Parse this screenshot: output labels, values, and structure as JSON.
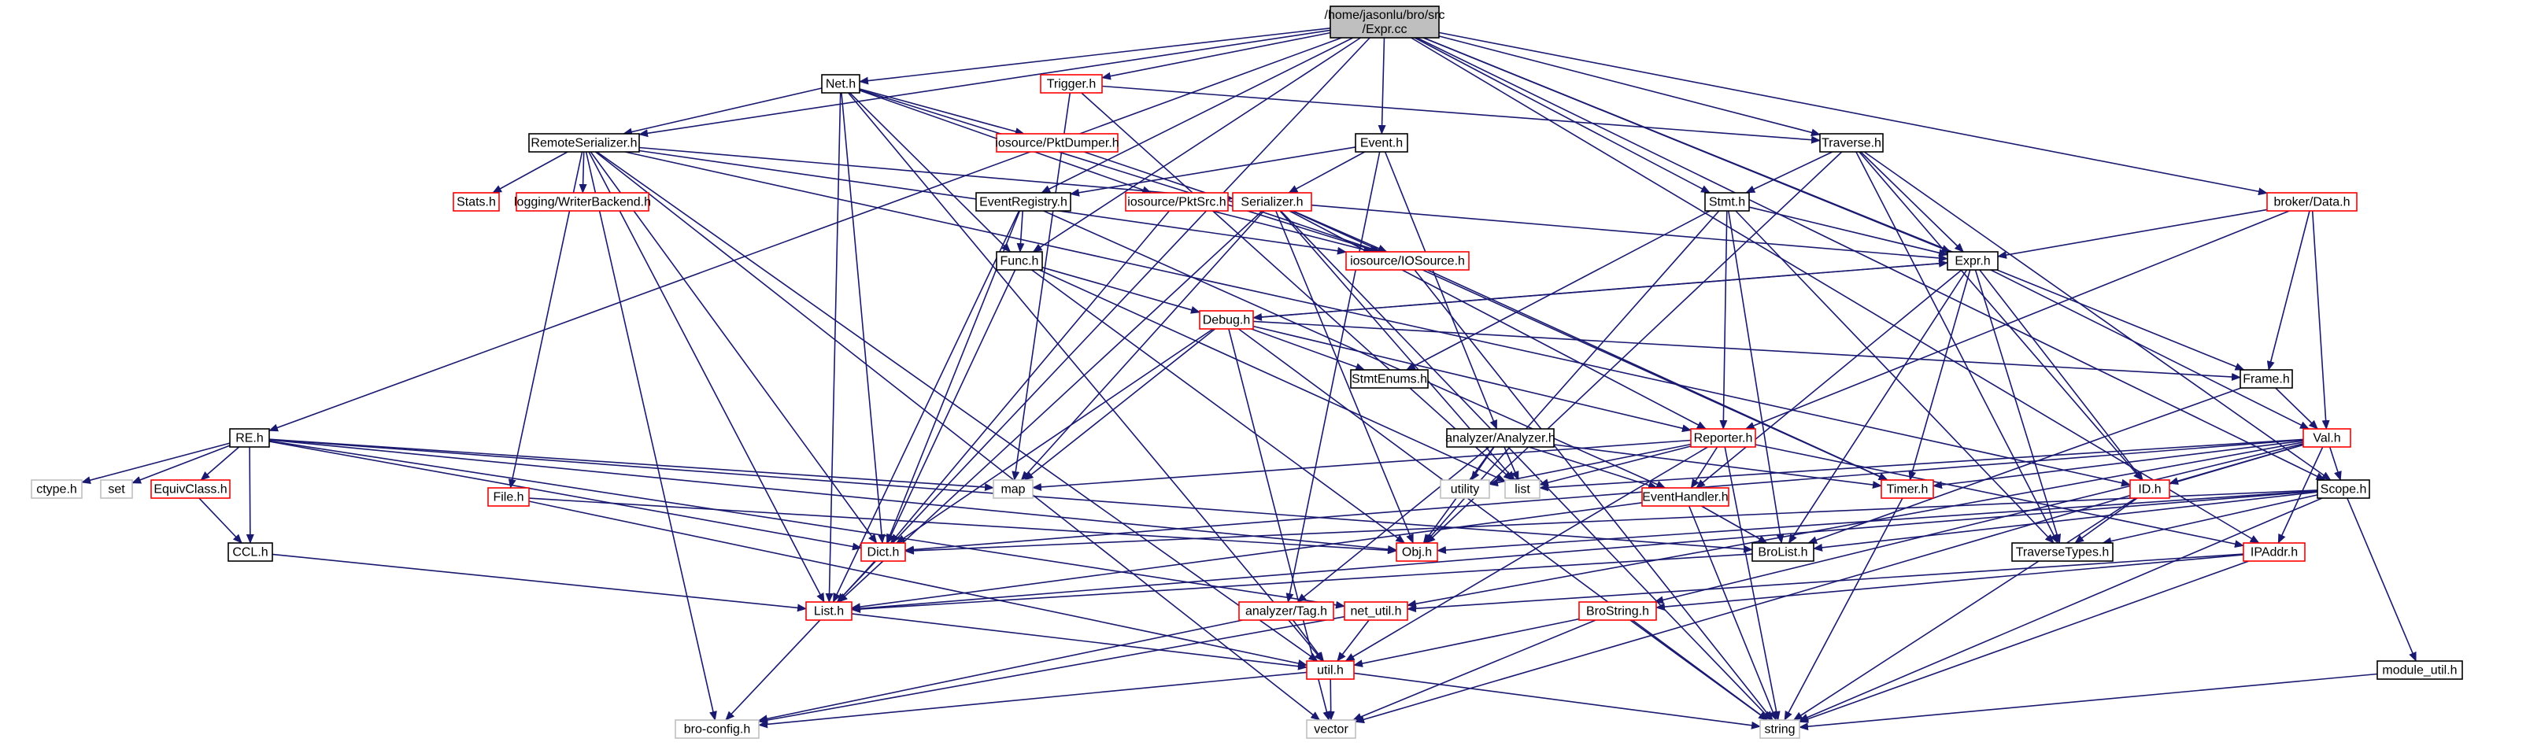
{
  "colors": {
    "edge": "#191970",
    "node_border_default": "#000000",
    "node_border_red": "#ff0000",
    "node_border_gray": "#bfbfbf",
    "root_fill": "#bfbfbf",
    "node_fill": "#ffffff"
  },
  "nodes": [
    {
      "id": "root",
      "label_lines": [
        "/home/jasonlu/bro/src",
        "/Expr.cc"
      ],
      "style": "root"
    },
    {
      "id": "net",
      "label_lines": [
        "Net.h"
      ],
      "style": "default"
    },
    {
      "id": "trigger",
      "label_lines": [
        "Trigger.h"
      ],
      "style": "red"
    },
    {
      "id": "remoteserializer",
      "label_lines": [
        "RemoteSerializer.h"
      ],
      "style": "default"
    },
    {
      "id": "pktdumper",
      "label_lines": [
        "iosource/PktDumper.h"
      ],
      "style": "red"
    },
    {
      "id": "event",
      "label_lines": [
        "Event.h"
      ],
      "style": "default"
    },
    {
      "id": "traverse",
      "label_lines": [
        "Traverse.h"
      ],
      "style": "default"
    },
    {
      "id": "stats",
      "label_lines": [
        "Stats.h"
      ],
      "style": "red"
    },
    {
      "id": "writerbackend",
      "label_lines": [
        "logging/WriterBackend.h"
      ],
      "style": "red"
    },
    {
      "id": "eventregistry",
      "label_lines": [
        "EventRegistry.h"
      ],
      "style": "default"
    },
    {
      "id": "pktsrc",
      "label_lines": [
        "iosource/PktSrc.h"
      ],
      "style": "red"
    },
    {
      "id": "serializer",
      "label_lines": [
        "Serializer.h"
      ],
      "style": "red"
    },
    {
      "id": "stmt",
      "label_lines": [
        "Stmt.h"
      ],
      "style": "default"
    },
    {
      "id": "brokerdata",
      "label_lines": [
        "broker/Data.h"
      ],
      "style": "red"
    },
    {
      "id": "func",
      "label_lines": [
        "Func.h"
      ],
      "style": "default"
    },
    {
      "id": "iosource",
      "label_lines": [
        "iosource/IOSource.h"
      ],
      "style": "red"
    },
    {
      "id": "expr",
      "label_lines": [
        "Expr.h"
      ],
      "style": "default"
    },
    {
      "id": "debug",
      "label_lines": [
        "Debug.h"
      ],
      "style": "red"
    },
    {
      "id": "stmtenums",
      "label_lines": [
        "StmtEnums.h"
      ],
      "style": "default"
    },
    {
      "id": "frame",
      "label_lines": [
        "Frame.h"
      ],
      "style": "default"
    },
    {
      "id": "re",
      "label_lines": [
        "RE.h"
      ],
      "style": "default"
    },
    {
      "id": "analyzer",
      "label_lines": [
        "analyzer/Analyzer.h"
      ],
      "style": "default"
    },
    {
      "id": "reporter",
      "label_lines": [
        "Reporter.h"
      ],
      "style": "red"
    },
    {
      "id": "val",
      "label_lines": [
        "Val.h"
      ],
      "style": "red"
    },
    {
      "id": "ctype",
      "label_lines": [
        "ctype.h"
      ],
      "style": "gray"
    },
    {
      "id": "set",
      "label_lines": [
        "set"
      ],
      "style": "gray"
    },
    {
      "id": "equivclass",
      "label_lines": [
        "EquivClass.h"
      ],
      "style": "red"
    },
    {
      "id": "map",
      "label_lines": [
        "map"
      ],
      "style": "gray"
    },
    {
      "id": "utility",
      "label_lines": [
        "utility"
      ],
      "style": "gray"
    },
    {
      "id": "list",
      "label_lines": [
        "list"
      ],
      "style": "gray"
    },
    {
      "id": "timer",
      "label_lines": [
        "Timer.h"
      ],
      "style": "red"
    },
    {
      "id": "idh",
      "label_lines": [
        "ID.h"
      ],
      "style": "red"
    },
    {
      "id": "scope",
      "label_lines": [
        "Scope.h"
      ],
      "style": "default"
    },
    {
      "id": "file",
      "label_lines": [
        "File.h"
      ],
      "style": "red"
    },
    {
      "id": "eventhandler",
      "label_lines": [
        "EventHandler.h"
      ],
      "style": "red"
    },
    {
      "id": "ccl",
      "label_lines": [
        "CCL.h"
      ],
      "style": "default"
    },
    {
      "id": "dict",
      "label_lines": [
        "Dict.h"
      ],
      "style": "red"
    },
    {
      "id": "obj",
      "label_lines": [
        "Obj.h"
      ],
      "style": "red"
    },
    {
      "id": "brolist",
      "label_lines": [
        "BroList.h"
      ],
      "style": "default"
    },
    {
      "id": "traversetypes",
      "label_lines": [
        "TraverseTypes.h"
      ],
      "style": "default"
    },
    {
      "id": "ipaddr",
      "label_lines": [
        "IPAddr.h"
      ],
      "style": "red"
    },
    {
      "id": "listh",
      "label_lines": [
        "List.h"
      ],
      "style": "red"
    },
    {
      "id": "analyzertag",
      "label_lines": [
        "analyzer/Tag.h"
      ],
      "style": "red"
    },
    {
      "id": "netutil",
      "label_lines": [
        "net_util.h"
      ],
      "style": "red"
    },
    {
      "id": "brostring",
      "label_lines": [
        "BroString.h"
      ],
      "style": "red"
    },
    {
      "id": "util",
      "label_lines": [
        "util.h"
      ],
      "style": "red"
    },
    {
      "id": "moduleutil",
      "label_lines": [
        "module_util.h"
      ],
      "style": "default"
    },
    {
      "id": "broconfig",
      "label_lines": [
        "bro-config.h"
      ],
      "style": "gray"
    },
    {
      "id": "vector",
      "label_lines": [
        "vector"
      ],
      "style": "gray"
    },
    {
      "id": "string",
      "label_lines": [
        "string"
      ],
      "style": "gray"
    }
  ],
  "edges": [
    [
      "root",
      "net"
    ],
    [
      "root",
      "trigger"
    ],
    [
      "root",
      "remoteserializer"
    ],
    [
      "root",
      "event"
    ],
    [
      "root",
      "traverse"
    ],
    [
      "root",
      "eventregistry"
    ],
    [
      "root",
      "func"
    ],
    [
      "root",
      "stmt"
    ],
    [
      "root",
      "expr"
    ],
    [
      "root",
      "frame"
    ],
    [
      "root",
      "brokerdata"
    ],
    [
      "root",
      "re"
    ],
    [
      "root",
      "scope"
    ],
    [
      "root",
      "ipaddr"
    ],
    [
      "root",
      "broconfig"
    ],
    [
      "net",
      "remoteserializer"
    ],
    [
      "net",
      "pktdumper"
    ],
    [
      "net",
      "iosource"
    ],
    [
      "net",
      "pktsrc"
    ],
    [
      "net",
      "func"
    ],
    [
      "net",
      "listh"
    ],
    [
      "net",
      "util"
    ],
    [
      "net",
      "dict"
    ],
    [
      "trigger",
      "traverse"
    ],
    [
      "trigger",
      "list"
    ],
    [
      "trigger",
      "map"
    ],
    [
      "remoteserializer",
      "stats"
    ],
    [
      "remoteserializer",
      "writerbackend"
    ],
    [
      "remoteserializer",
      "serializer"
    ],
    [
      "remoteserializer",
      "file"
    ],
    [
      "remoteserializer",
      "iosource"
    ],
    [
      "remoteserializer",
      "dict"
    ],
    [
      "remoteserializer",
      "listh"
    ],
    [
      "remoteserializer",
      "util"
    ],
    [
      "remoteserializer",
      "vector"
    ],
    [
      "remoteserializer",
      "broconfig"
    ],
    [
      "remoteserializer",
      "idh"
    ],
    [
      "pktdumper",
      "iosource"
    ],
    [
      "event",
      "eventregistry"
    ],
    [
      "event",
      "serializer"
    ],
    [
      "event",
      "analyzer"
    ],
    [
      "event",
      "analyzertag"
    ],
    [
      "traverse",
      "stmt"
    ],
    [
      "traverse",
      "expr"
    ],
    [
      "traverse",
      "traversetypes"
    ],
    [
      "traverse",
      "scope"
    ],
    [
      "traverse",
      "obj"
    ],
    [
      "traverse",
      "idh"
    ],
    [
      "eventregistry",
      "func"
    ],
    [
      "eventregistry",
      "dict"
    ],
    [
      "eventregistry",
      "listh"
    ],
    [
      "eventregistry",
      "eventhandler"
    ],
    [
      "pktsrc",
      "iosource"
    ],
    [
      "pktsrc",
      "dict"
    ],
    [
      "serializer",
      "iosource"
    ],
    [
      "serializer",
      "expr"
    ],
    [
      "serializer",
      "map"
    ],
    [
      "serializer",
      "list"
    ],
    [
      "serializer",
      "timer"
    ],
    [
      "serializer",
      "reporter"
    ],
    [
      "serializer",
      "string"
    ],
    [
      "serializer",
      "obj"
    ],
    [
      "serializer",
      "listh"
    ],
    [
      "stmt",
      "expr"
    ],
    [
      "stmt",
      "reporter"
    ],
    [
      "stmt",
      "stmtenums"
    ],
    [
      "stmt",
      "brolist"
    ],
    [
      "stmt",
      "traversetypes"
    ],
    [
      "stmt",
      "obj"
    ],
    [
      "brokerdata",
      "expr"
    ],
    [
      "brokerdata",
      "frame"
    ],
    [
      "brokerdata",
      "val"
    ],
    [
      "brokerdata",
      "reporter"
    ],
    [
      "func",
      "debug"
    ],
    [
      "func",
      "list"
    ],
    [
      "func",
      "obj"
    ],
    [
      "func",
      "dict"
    ],
    [
      "iosource",
      "timer"
    ],
    [
      "iosource",
      "string"
    ],
    [
      "expr",
      "debug"
    ],
    [
      "expr",
      "eventhandler"
    ],
    [
      "expr",
      "timer"
    ],
    [
      "expr",
      "idh"
    ],
    [
      "expr",
      "val"
    ],
    [
      "expr",
      "traversetypes"
    ],
    [
      "expr",
      "brolist"
    ],
    [
      "debug",
      "expr"
    ],
    [
      "debug",
      "stmtenums"
    ],
    [
      "debug",
      "frame"
    ],
    [
      "debug",
      "map"
    ],
    [
      "debug",
      "dict"
    ],
    [
      "debug",
      "vector"
    ],
    [
      "debug",
      "string"
    ],
    [
      "debug",
      "reporter"
    ],
    [
      "frame",
      "val"
    ],
    [
      "frame",
      "brolist"
    ],
    [
      "re",
      "ctype"
    ],
    [
      "re",
      "set"
    ],
    [
      "re",
      "equivclass"
    ],
    [
      "re",
      "ccl"
    ],
    [
      "re",
      "map"
    ],
    [
      "re",
      "dict"
    ],
    [
      "re",
      "obj"
    ],
    [
      "re",
      "brolist"
    ],
    [
      "re",
      "netutil"
    ],
    [
      "analyzer",
      "list"
    ],
    [
      "analyzer",
      "utility"
    ],
    [
      "analyzer",
      "timer"
    ],
    [
      "analyzer",
      "eventhandler"
    ],
    [
      "analyzer",
      "obj"
    ],
    [
      "analyzer",
      "analyzertag"
    ],
    [
      "reporter",
      "map"
    ],
    [
      "reporter",
      "list"
    ],
    [
      "reporter",
      "utility"
    ],
    [
      "reporter",
      "eventhandler"
    ],
    [
      "reporter",
      "ipaddr"
    ],
    [
      "reporter",
      "string"
    ],
    [
      "reporter",
      "util"
    ],
    [
      "val",
      "list"
    ],
    [
      "val",
      "timer"
    ],
    [
      "val",
      "idh"
    ],
    [
      "val",
      "scope"
    ],
    [
      "val",
      "dict"
    ],
    [
      "val",
      "ipaddr"
    ],
    [
      "val",
      "vector"
    ],
    [
      "val",
      "netutil"
    ],
    [
      "val",
      "brostring"
    ],
    [
      "equivclass",
      "ccl"
    ],
    [
      "timer",
      "string"
    ],
    [
      "idh",
      "traversetypes"
    ],
    [
      "idh",
      "string"
    ],
    [
      "scope",
      "dict"
    ],
    [
      "scope",
      "obj"
    ],
    [
      "scope",
      "brolist"
    ],
    [
      "scope",
      "traversetypes"
    ],
    [
      "scope",
      "moduleutil"
    ],
    [
      "scope",
      "listh"
    ],
    [
      "scope",
      "string"
    ],
    [
      "file",
      "obj"
    ],
    [
      "file",
      "util"
    ],
    [
      "eventhandler",
      "brolist"
    ],
    [
      "eventhandler",
      "listh"
    ],
    [
      "eventhandler",
      "string"
    ],
    [
      "ccl",
      "listh"
    ],
    [
      "dict",
      "listh"
    ],
    [
      "brolist",
      "listh"
    ],
    [
      "ipaddr",
      "netutil"
    ],
    [
      "ipaddr",
      "brostring"
    ],
    [
      "ipaddr",
      "string"
    ],
    [
      "listh",
      "util"
    ],
    [
      "analyzertag",
      "util"
    ],
    [
      "analyzertag",
      "broconfig"
    ],
    [
      "netutil",
      "util"
    ],
    [
      "netutil",
      "broconfig"
    ],
    [
      "brostring",
      "util"
    ],
    [
      "brostring",
      "string"
    ],
    [
      "brostring",
      "vector"
    ],
    [
      "util",
      "broconfig"
    ],
    [
      "util",
      "string"
    ],
    [
      "util",
      "vector"
    ],
    [
      "moduleutil",
      "string"
    ]
  ]
}
